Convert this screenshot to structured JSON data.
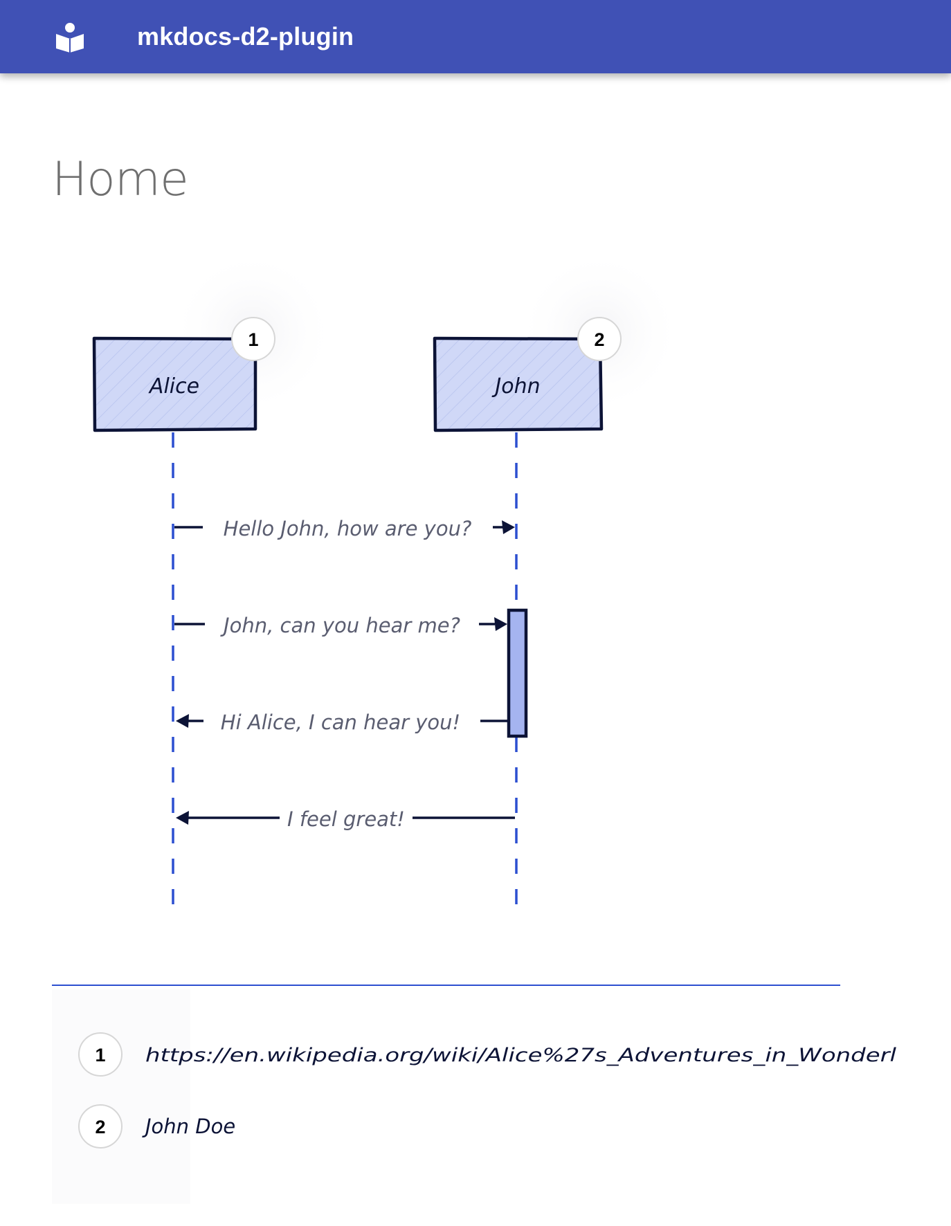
{
  "header": {
    "logo_icon": "book-reader-icon",
    "site_title": "mkdocs-d2-plugin",
    "background": "#4051b5"
  },
  "page": {
    "title": "Home"
  },
  "diagram": {
    "actors": [
      {
        "name": "Alice",
        "badge": "1"
      },
      {
        "name": "John",
        "badge": "2"
      }
    ],
    "messages": [
      {
        "from": "Alice",
        "to": "John",
        "label": "Hello John, how are you?"
      },
      {
        "from": "Alice",
        "to": "John",
        "label": "John, can you hear me?"
      },
      {
        "from": "John",
        "to": "Alice",
        "label": "Hi Alice, I can hear you!"
      },
      {
        "from": "John",
        "to": "Alice",
        "label": "I feel great!"
      }
    ],
    "footnotes": [
      {
        "number": "1",
        "text": "https://en.wikipedia.org/wiki/Alice%27s_Adventures_in_Wonderl"
      },
      {
        "number": "2",
        "text": "John Doe"
      }
    ],
    "colors": {
      "actor_fill": "#d0d8f7",
      "actor_stroke": "#0c1336",
      "lifeline": "#2c4fd0",
      "activation_fill": "#a5b4f0",
      "label_text": "#5a5d70",
      "divider": "#2c4fd0"
    }
  }
}
